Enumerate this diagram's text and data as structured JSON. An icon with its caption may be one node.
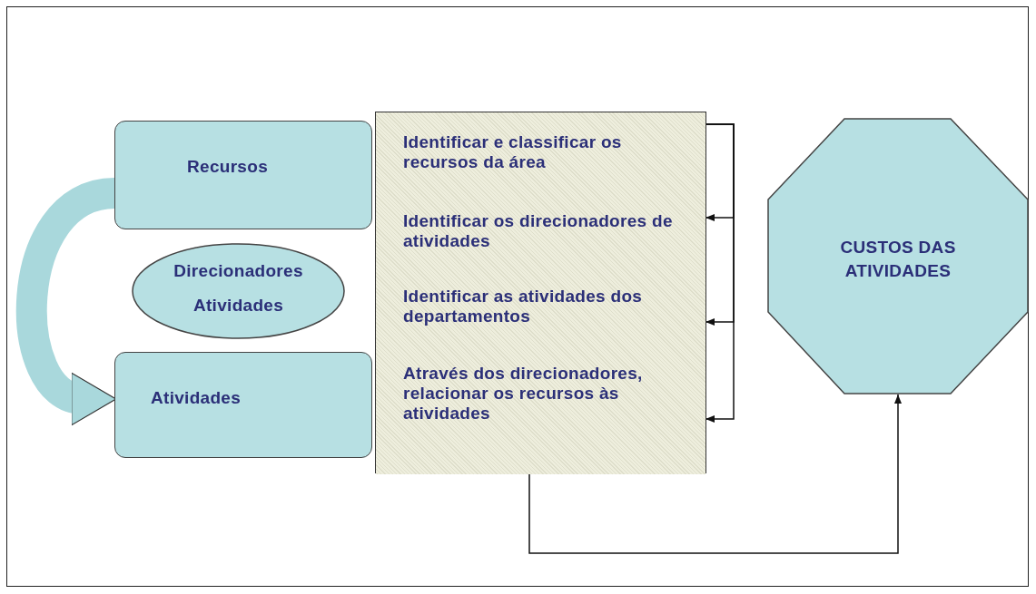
{
  "diagram": {
    "nodes": [
      {
        "text": [
          "Recursos"
        ]
      },
      {
        "text": [
          "Direcionadores Atividades"
        ]
      },
      {
        "text": [
          "Atividades"
        ]
      },
      {
        "text": [],
        "shape": "box"
      },
      {
        "text": [
          "Identificar e classificar os recursos da área"
        ],
        "in": 3
      },
      {
        "text": [
          "Identificar os direcionadores de atividades"
        ],
        "in": 3
      },
      {
        "text": [
          "Identificar as atividades dos departamentos"
        ],
        "in": 3
      },
      {
        "text": [
          "Através dos direcionadores, relacionar os recursos às atividades"
        ],
        "in": 3
      },
      {
        "text": [
          "CUSTOS DAS ATIVIDADES"
        ]
      }
    ],
    "edges": [
      {
        "from": 0,
        "to": 2,
        "arrow": "to",
        "style": "thick",
        "color": "#a9d8dc"
      },
      {
        "from": 3,
        "to": 5,
        "arrow": "to"
      },
      {
        "from": 3,
        "to": 6,
        "arrow": "to"
      },
      {
        "from": 3,
        "to": 7,
        "arrow": "to"
      },
      {
        "from": 3,
        "to": 8,
        "arrow": "to"
      }
    ]
  }
}
